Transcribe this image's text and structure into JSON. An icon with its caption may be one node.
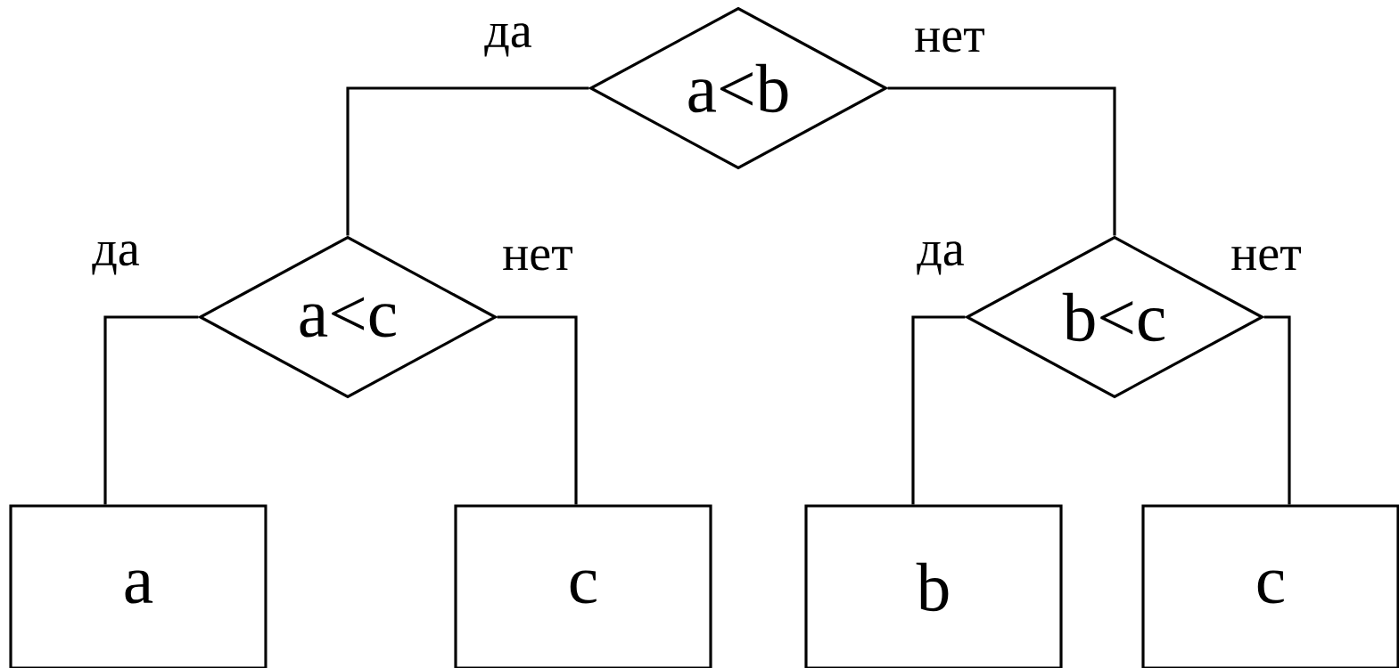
{
  "diagram": {
    "nodes": [
      {
        "text": [
          "a<b"
        ]
      },
      {
        "text": [
          "a<c"
        ]
      },
      {
        "text": [
          "b<c"
        ]
      },
      {
        "text": [
          "a"
        ]
      },
      {
        "text": [
          "c"
        ]
      },
      {
        "text": [
          "b"
        ]
      },
      {
        "text": [
          "c"
        ]
      }
    ],
    "edges": [
      {
        "from": 0,
        "to": 1,
        "arrow": "none",
        "label": "да"
      },
      {
        "from": 0,
        "to": 2,
        "arrow": "none",
        "label": "нет"
      },
      {
        "from": 1,
        "to": 3,
        "arrow": "none",
        "label": "да"
      },
      {
        "from": 1,
        "to": 4,
        "arrow": "none",
        "label": "нет"
      },
      {
        "from": 2,
        "to": 5,
        "arrow": "none",
        "label": "да"
      },
      {
        "from": 2,
        "to": 6,
        "arrow": "none",
        "label": "нет"
      }
    ]
  }
}
